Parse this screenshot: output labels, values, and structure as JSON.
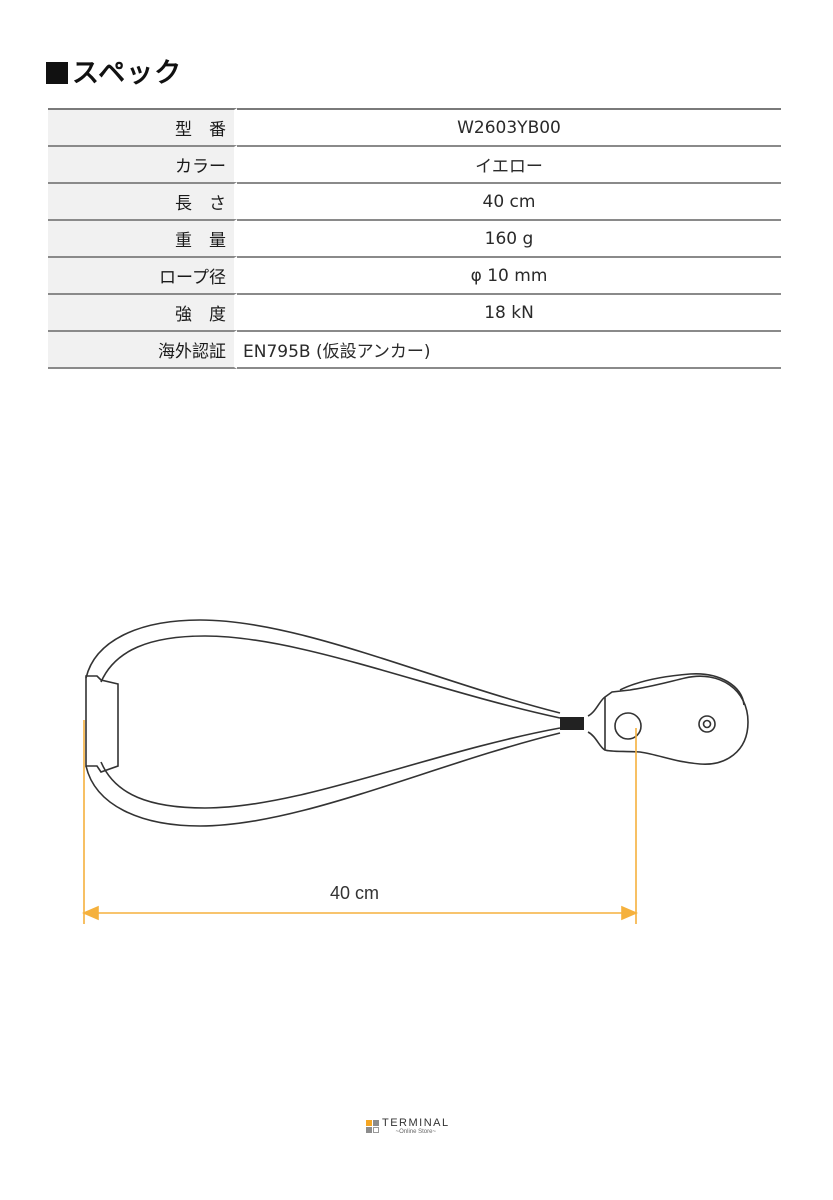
{
  "heading": {
    "text": "スペック"
  },
  "spec_table": {
    "rows": [
      {
        "label": "型　番",
        "value": "W2603YB00",
        "align": "center"
      },
      {
        "label": "カラー",
        "value": "イエロー",
        "align": "center"
      },
      {
        "label": "長　さ",
        "value": "40 cm",
        "align": "center"
      },
      {
        "label": "重　量",
        "value": "160 g",
        "align": "center"
      },
      {
        "label": "ロープ径",
        "value": "φ 10 mm",
        "align": "center"
      },
      {
        "label": "強　度",
        "value": "18 kN",
        "align": "center"
      },
      {
        "label": "海外認証",
        "value": "EN795B (仮設アンカー)",
        "align": "left"
      }
    ]
  },
  "diagram": {
    "dimension_label": "40 cm",
    "dimension_color": "#f5b13d",
    "line_color": "#333333"
  },
  "footer": {
    "brand": "TERMINAL",
    "sub": "~Online Store~",
    "logo_colors": [
      "#f5a623",
      "#8c8c8c",
      "#8c8c8c",
      "#ffffff"
    ]
  }
}
